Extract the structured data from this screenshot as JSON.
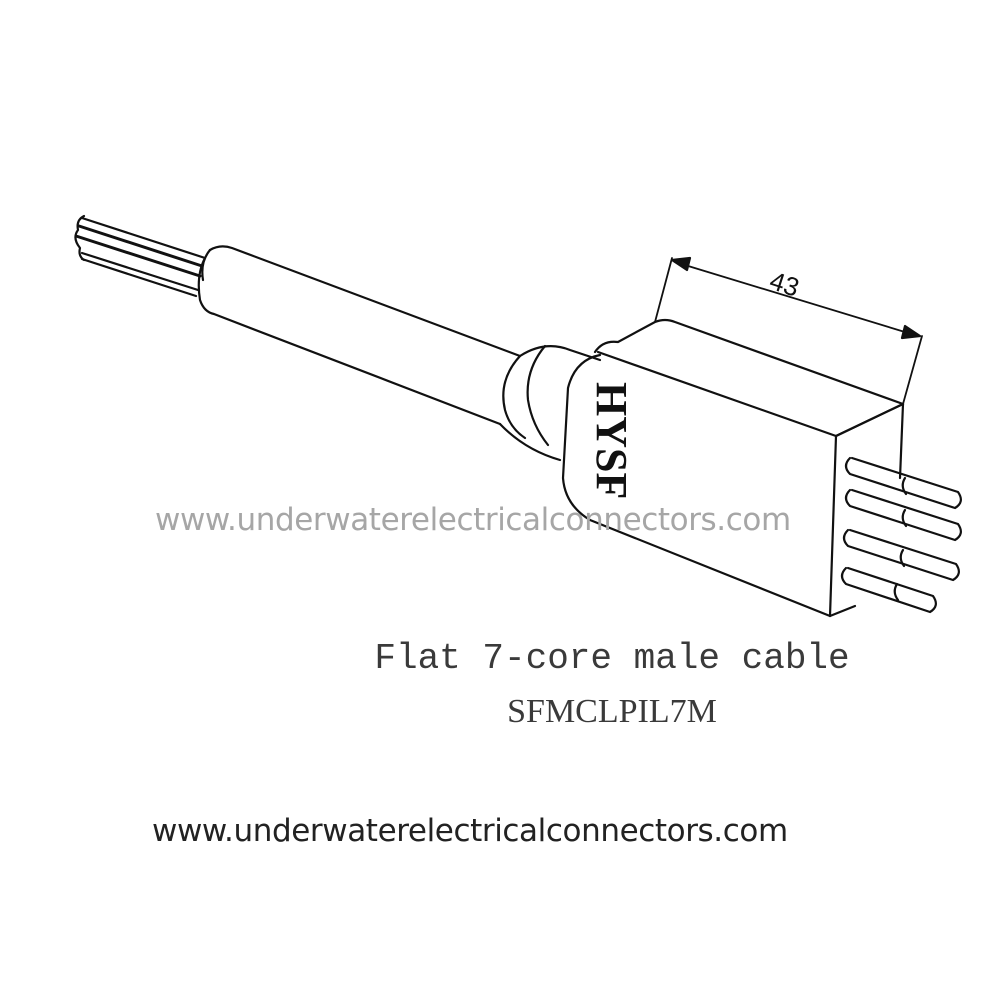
{
  "drawing": {
    "subject": "flat 7-core male cable connector line drawing",
    "dimension_label": "43",
    "logo_text": "HYSF",
    "pin_count_visible": 4,
    "colors": {
      "line": "#111111",
      "watermark": "#a6a6a6",
      "caption": "#3a3a3a",
      "footer": "#222222"
    }
  },
  "watermark": {
    "text": "www.underwaterelectricalconnectors.com"
  },
  "caption": {
    "title": "Flat 7-core male cable",
    "part_number": "SFMCLPIL7M"
  },
  "footer": {
    "url": "www.underwaterelectricalconnectors.com"
  }
}
